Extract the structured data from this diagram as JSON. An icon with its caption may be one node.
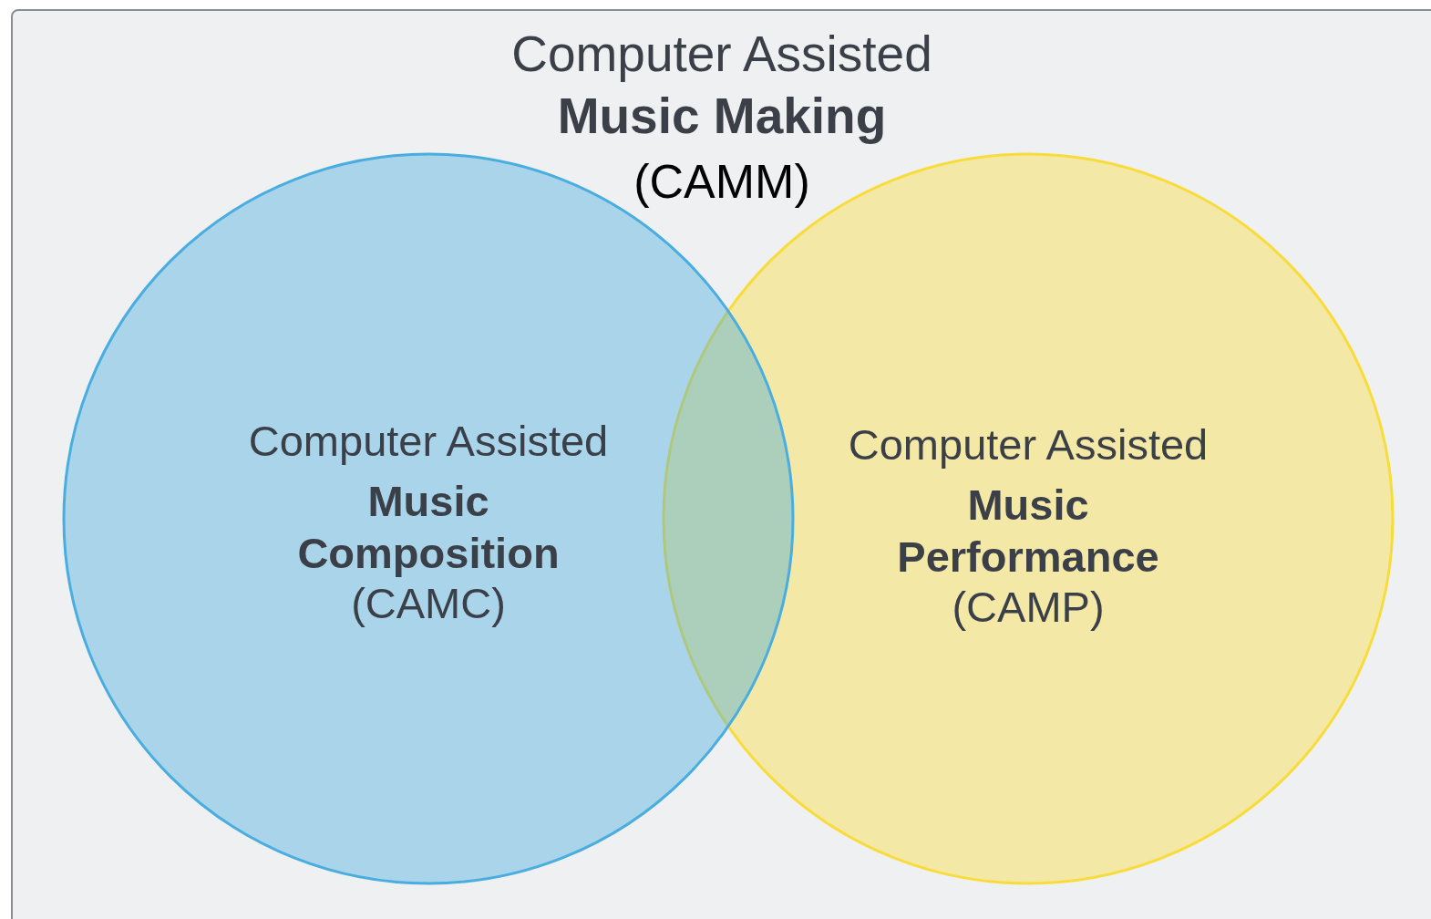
{
  "diagram": {
    "nodes": [
      {
        "text": [
          "Computer Assisted",
          "Music Making",
          "(CAMM)"
        ]
      },
      {
        "text": [
          "Computer Assisted",
          "Music Composition",
          "(CAMC)"
        ],
        "in": 0
      },
      {
        "text": [
          "Computer Assisted",
          "Music Performance",
          "(CAMP)"
        ],
        "in": 0
      }
    ]
  }
}
